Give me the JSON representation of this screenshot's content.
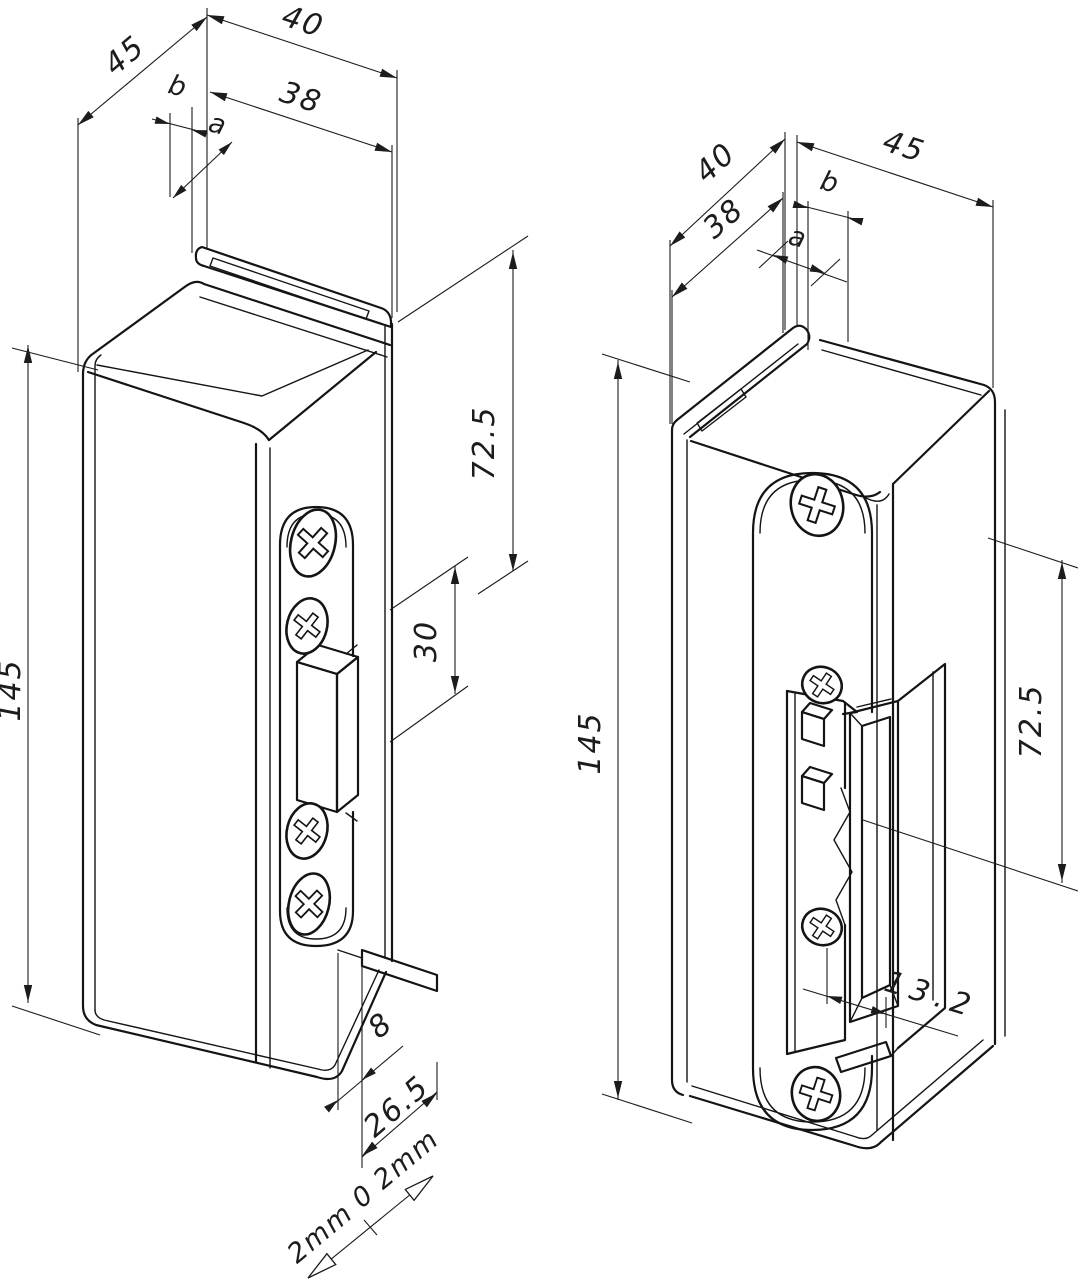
{
  "drawing": {
    "left_view": {
      "depth": "45",
      "width": "40",
      "faceplate_width": "38",
      "dim_b": "b",
      "dim_a": "a",
      "top_to_latch": "72.5",
      "latch_height": "30",
      "height": "145",
      "lip_offset": "8",
      "lip_depth": "26.5",
      "adjust_plus": "2mm",
      "adjust_zero": "0",
      "adjust_minus": "2mm"
    },
    "right_view": {
      "width": "40",
      "faceplate_width": "38",
      "dim_b": "b",
      "dim_a": "a",
      "depth": "45",
      "height": "145",
      "top_to_latch": "72.5",
      "latch_offset": "13.2"
    },
    "colors": {
      "line": "#141414",
      "background": "#ffffff"
    }
  }
}
